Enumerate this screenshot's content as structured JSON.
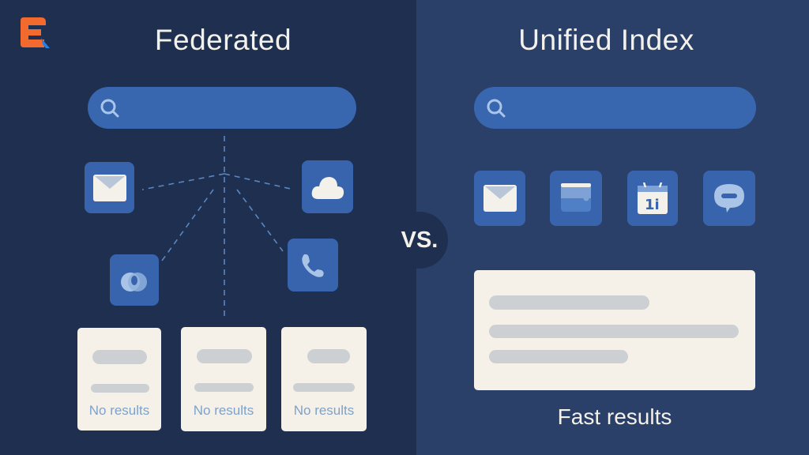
{
  "logo": {
    "name": "brand-logo",
    "primary_color": "#f26a2e",
    "accent_color": "#2a7de1"
  },
  "left": {
    "title": "Federated",
    "sources": [
      {
        "name": "mail",
        "icon": "mail-icon"
      },
      {
        "name": "cloud",
        "icon": "cloud-icon"
      },
      {
        "name": "collab",
        "icon": "chat-bubbles-icon"
      },
      {
        "name": "phone",
        "icon": "phone-icon"
      }
    ],
    "result_cards": [
      {
        "label": "No results"
      },
      {
        "label": "No results"
      },
      {
        "label": "No results"
      }
    ]
  },
  "divider": {
    "label": "VS."
  },
  "right": {
    "title": "Unified Index",
    "sources": [
      {
        "name": "mail",
        "icon": "mail-icon"
      },
      {
        "name": "wallet",
        "icon": "wallet-icon"
      },
      {
        "name": "calendar",
        "icon": "calendar-icon",
        "text": "1i"
      },
      {
        "name": "chat",
        "icon": "chat-icon"
      }
    ],
    "result_caption": "Fast results"
  },
  "colors": {
    "left_bg": "#1e2f4f",
    "right_bg": "#2a4068",
    "search_bar": "#3867b0",
    "tile": "#3764ad",
    "card": "#f5f1e8",
    "placeholder_bar": "#ccd0d3",
    "no_results_text": "#7fa2c9",
    "dashed_line": "#5b86c0"
  }
}
